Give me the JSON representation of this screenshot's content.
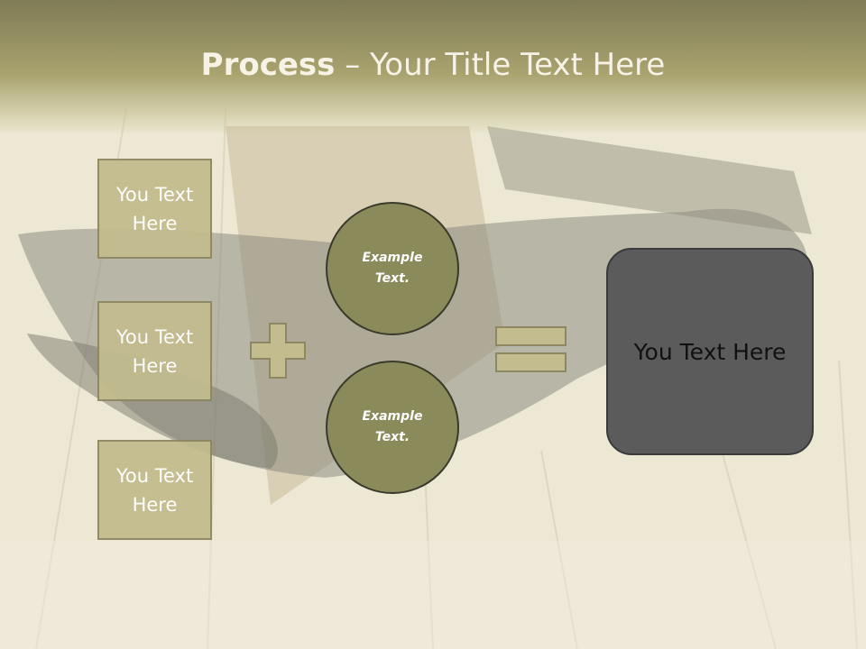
{
  "title": {
    "bold": "Process",
    "dash": " – ",
    "rest": "Your Title Text Here"
  },
  "boxes": [
    {
      "label": "You Text\nHere"
    },
    {
      "label": "You Text\nHere"
    },
    {
      "label": "You Text\nHere"
    }
  ],
  "circles": [
    {
      "label": "Example\nText."
    },
    {
      "label": "Example\nText."
    }
  ],
  "result": {
    "label": "You Text Here"
  },
  "colors": {
    "title_band": "#a9a36f",
    "box_fill": "#c2bc8e",
    "circle_fill": "#8a8a5b",
    "result_fill": "#5b5b5b"
  }
}
